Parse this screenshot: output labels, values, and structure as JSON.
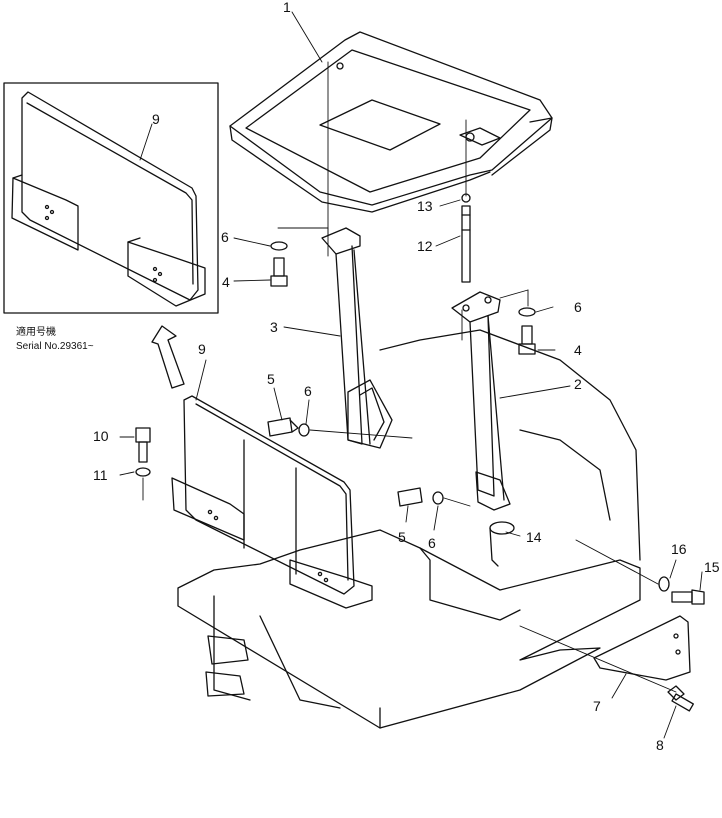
{
  "callouts": {
    "c1": "1",
    "c2": "2",
    "c3": "3",
    "c4a": "4",
    "c4b": "4",
    "c5a": "5",
    "c5b": "5",
    "c6a": "6",
    "c6b": "6",
    "c6c": "6",
    "c6d": "6",
    "c7": "7",
    "c8": "8",
    "c9a": "9",
    "c9b": "9",
    "c10": "10",
    "c11": "11",
    "c12": "12",
    "c13": "13",
    "c14": "14",
    "c15": "15",
    "c16": "16"
  },
  "inset_caption": {
    "line1": "適用号機",
    "line2": "Serial No.29361~"
  }
}
